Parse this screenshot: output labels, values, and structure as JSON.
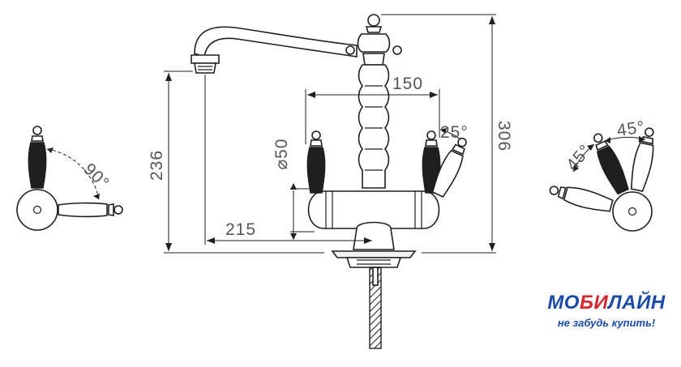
{
  "dimensions": {
    "height_total": "306",
    "height_spout": "236",
    "lever_spacing": "150",
    "reach": "215",
    "base_diameter": "⌀50",
    "lever_tilt": "25°",
    "left_rotation": "90°",
    "right_rotation_a": "45°",
    "right_rotation_b": "45°"
  },
  "logo": {
    "brand_prefix": "МО",
    "brand_highlight": "БИ",
    "brand_suffix": "ЛАЙН",
    "tagline": "не забудь купить!"
  }
}
